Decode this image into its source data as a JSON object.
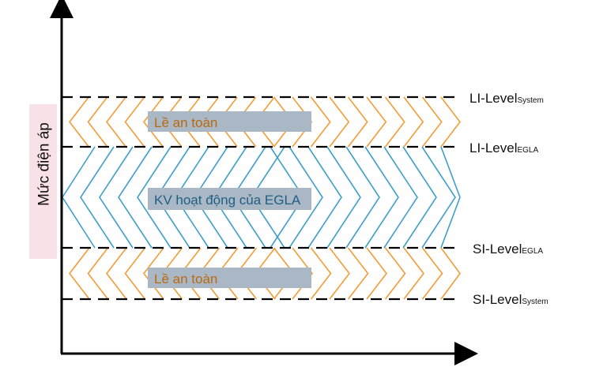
{
  "y_axis_label": "Mức điện áp",
  "colors": {
    "safety_hatch": "#f39c36",
    "operating_hatch": "#3ea0c9",
    "safety_text": "#b86a12",
    "operating_text": "#1f5f86",
    "label_box": "#aab7c4",
    "ylabel_bg": "#f9e1e8"
  },
  "zones": {
    "safety_upper": {
      "label": "Lề an toàn"
    },
    "operating": {
      "label": "KV hoạt động của EGLA"
    },
    "safety_lower": {
      "label": "Lề an toàn"
    }
  },
  "levels": [
    {
      "main": "LI-Level",
      "sub": "System"
    },
    {
      "main": "LI-Level",
      "sub": "EGLA"
    },
    {
      "main": "SI-Level",
      "sub": "EGLA"
    },
    {
      "main": "SI-Level",
      "sub": "System"
    }
  ]
}
